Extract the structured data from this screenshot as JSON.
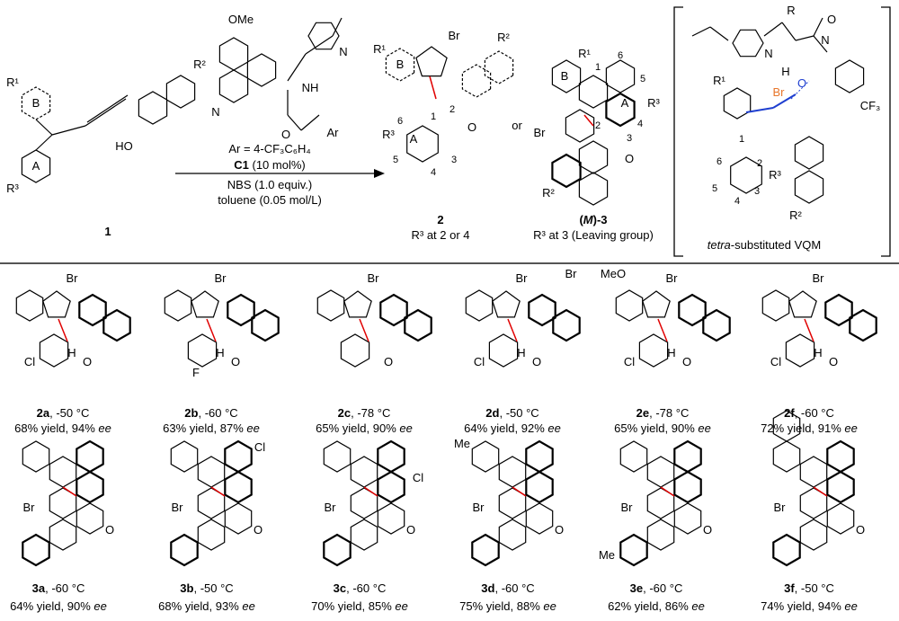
{
  "scheme": {
    "substrate": {
      "id": "1",
      "atoms": [
        "R¹",
        "B",
        "A",
        "R³",
        "HO",
        "R²"
      ]
    },
    "catalyst": {
      "atoms": [
        "OMe",
        "N",
        "N",
        "NH",
        "O",
        "Ar"
      ],
      "ar_def": "Ar = 4-CF₃C₆H₄",
      "cat_id": "C1",
      "cat_loading": " (10 mol%)"
    },
    "conditions": {
      "reagent": "NBS (1.0 equiv.)",
      "solvent": "toluene (0.05 mol/L)"
    },
    "product2": {
      "id": "2",
      "note": "R³ at 2 or 4",
      "atoms": [
        "Br",
        "R¹",
        "B",
        "R²",
        "R³",
        "A",
        "O",
        "1",
        "2",
        "3",
        "4",
        "5",
        "6"
      ]
    },
    "or_label": "or",
    "product3": {
      "id_prefix": "(",
      "id_m": "M",
      "id_suffix": ")-3",
      "note": "R³ at 3 (Leaving group)",
      "atoms": [
        "R¹",
        "B",
        "1",
        "6",
        "5",
        "A",
        "R³",
        "4",
        "2",
        "3",
        "Br",
        "O",
        "R²"
      ]
    },
    "vqm": {
      "caption_italic": "tetra",
      "caption_rest": "-substituted VQM",
      "atoms": [
        "R",
        "N",
        "H",
        "N",
        "O",
        "CF₃",
        "R¹",
        "Br",
        "O",
        "1",
        "2",
        "6",
        "5",
        "4",
        "3",
        "R³",
        "R²"
      ]
    }
  },
  "row1": [
    {
      "id": "2a",
      "temp": ", -50 °C",
      "yield": "68% yield, 94% ",
      "ee": "ee",
      "atoms": [
        "Br",
        "Cl",
        "H",
        "O"
      ]
    },
    {
      "id": "2b",
      "temp": ", -60 °C",
      "yield": "63% yield, 87% ",
      "ee": "ee",
      "atoms": [
        "Br",
        "F",
        "H",
        "O"
      ]
    },
    {
      "id": "2c",
      "temp": ", -78 °C",
      "yield": "65% yield, 90% ",
      "ee": "ee",
      "atoms": [
        "Br",
        "O"
      ]
    },
    {
      "id": "2d",
      "temp": ", -50 °C",
      "yield": "64% yield, 92% ",
      "ee": "ee",
      "atoms": [
        "Br",
        "Cl",
        "H",
        "O",
        "Br"
      ]
    },
    {
      "id": "2e",
      "temp": ", -78 °C",
      "yield": "65% yield, 90% ",
      "ee": "ee",
      "atoms": [
        "Br",
        "Cl",
        "H",
        "O",
        "MeO"
      ]
    },
    {
      "id": "2f",
      "temp": ", -60 °C",
      "yield": "72% yield, 91% ",
      "ee": "ee",
      "atoms": [
        "Br",
        "Cl",
        "H",
        "O"
      ]
    }
  ],
  "row2": [
    {
      "id": "3a",
      "temp": ", -60 °C",
      "yield": "64% yield, 90% ",
      "ee": "ee",
      "atoms": [
        "Br",
        "O"
      ]
    },
    {
      "id": "3b",
      "temp": ", -50 °C",
      "yield": "68% yield, 93% ",
      "ee": "ee",
      "atoms": [
        "Br",
        "O",
        "Cl"
      ]
    },
    {
      "id": "3c",
      "temp": ", -60 °C",
      "yield": "70% yield, 85% ",
      "ee": "ee",
      "atoms": [
        "Br",
        "O",
        "Cl"
      ]
    },
    {
      "id": "3d",
      "temp": ", -60 °C",
      "yield": "75% yield, 88% ",
      "ee": "ee",
      "atoms": [
        "Br",
        "O",
        "Me"
      ]
    },
    {
      "id": "3e",
      "temp": ", -60 °C",
      "yield": "62% yield, 86% ",
      "ee": "ee",
      "atoms": [
        "Br",
        "O",
        "Me"
      ]
    },
    {
      "id": "3f",
      "temp": ", -50 °C",
      "yield": "74% yield, 94% ",
      "ee": "ee",
      "atoms": [
        "Br",
        "O"
      ]
    }
  ],
  "colors": {
    "bond": "#000000",
    "new_bond": "#e00000",
    "vqm_bond": "#1f3fd0",
    "br_highlight": "#e8762b",
    "rule": "#555555"
  }
}
